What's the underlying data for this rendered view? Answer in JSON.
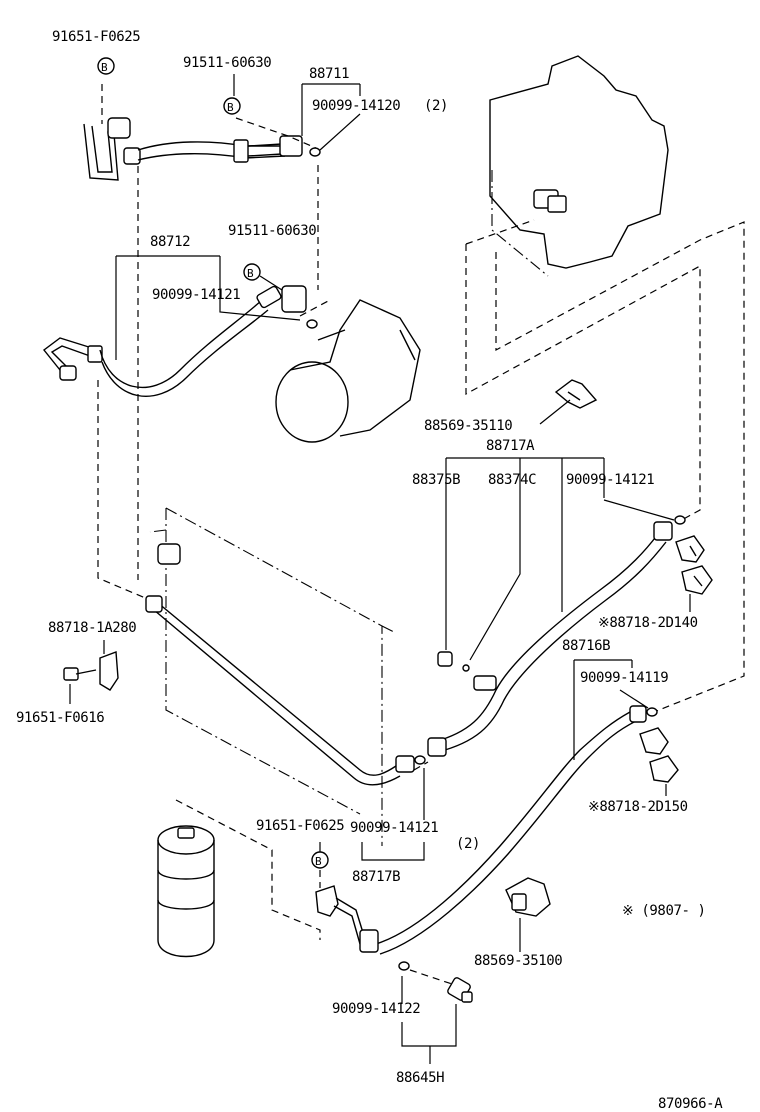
{
  "labels": {
    "bolt_top": "91651-F0625",
    "bolt_top_mark": "B",
    "bolt_a": "91511-60630",
    "bolt_a_mark": "B",
    "hose_88711": "88711",
    "oring_14120": "90099-14120",
    "oring_14120_qty": "(2)",
    "hose_88712": "88712",
    "bolt_b": "91511-60630",
    "bolt_b_mark": "B",
    "oring_14121_a": "90099-14121",
    "clip_35110": "88569-35110",
    "tube_88717a": "88717A",
    "part_88375b": "88375B",
    "part_88374c": "88374C",
    "oring_14121_b": "90099-14121",
    "clamp_2d140": "※88718-2D140",
    "clamp_1a280": "88718-1A280",
    "bolt_f0616": "91651-F0616",
    "tube_88716b": "88716B",
    "oring_14119": "90099-14119",
    "clamp_2d150": "※88718-2D150",
    "bolt_mid": "91651-F0625",
    "bolt_mid_mark": "B",
    "oring_14121_c": "90099-14121",
    "oring_14121_c_qty": "(2)",
    "tube_88717b": "88717B",
    "note_date": "※ (9807-    )",
    "clip_35100": "88569-35100",
    "oring_14122": "90099-14122",
    "switch_88645h": "88645H",
    "drawing_number": "870966-A"
  }
}
